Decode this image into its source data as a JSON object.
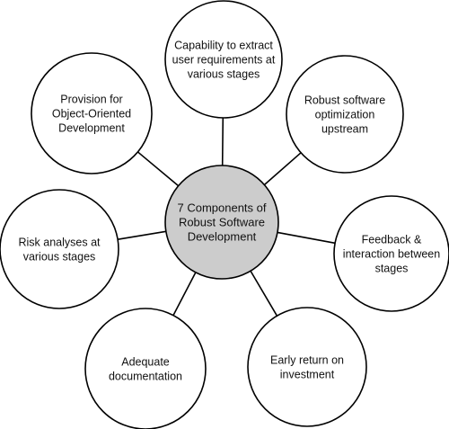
{
  "diagram": {
    "center": {
      "lines": [
        "7 Components of",
        "Robust Software",
        "Development"
      ],
      "fill": "#cccccc",
      "stroke": "#000000"
    },
    "nodes": [
      {
        "id": "capability",
        "lines": [
          "Capability to extract",
          "user requirements at",
          "various stages"
        ]
      },
      {
        "id": "robust-optimization",
        "lines": [
          "Robust software",
          "optimization",
          "upstream"
        ]
      },
      {
        "id": "feedback",
        "lines": [
          "Feedback &",
          "interaction between",
          "stages"
        ]
      },
      {
        "id": "early-return",
        "lines": [
          "Early return on",
          "investment"
        ]
      },
      {
        "id": "documentation",
        "lines": [
          "Adequate",
          "documentation"
        ]
      },
      {
        "id": "risk",
        "lines": [
          "Risk analyses at",
          "various stages"
        ]
      },
      {
        "id": "oo-development",
        "lines": [
          "Provision for",
          "Object-Oriented",
          "Development"
        ]
      }
    ],
    "node_fill": "#ffffff",
    "node_stroke": "#000000",
    "connector_color": "#000000"
  }
}
